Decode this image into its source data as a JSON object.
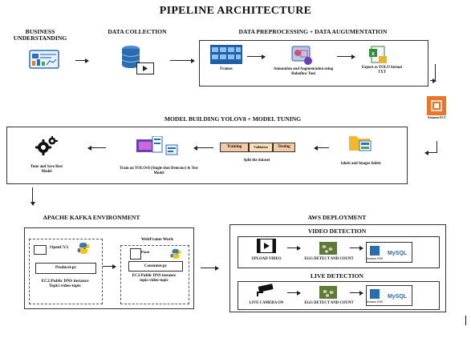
{
  "title": "PIPELINE ARCHITECTURE",
  "stages": {
    "business": "BUSINESS UNDERSTANDING",
    "collection": "DATA COLLECTION",
    "preprocessing": "DATA PREPROCESSING + DATA AUGUMENTATION",
    "model": "MODEL BUILDING  YOLOV8 + MODEL TUNING",
    "kafka": "APACHE KAFKA ENVIRONMENT",
    "aws": "AWS DEPLOYMENT"
  },
  "preprocessing": {
    "frames": "Frames",
    "annotation": "Annotation and Augmentation using Roboflow Tool",
    "export": "Export as YOLO format TXT",
    "ec2": "Amazon EC2"
  },
  "model": {
    "labels_folder": "labels and Images folder",
    "split": "Split the dataset",
    "split_parts": [
      "Training",
      "Validation",
      "Testing"
    ],
    "train": "Train on YOLOv8 (Single shot Detector) & Test  Model",
    "tune": "Tune and Save Best Model"
  },
  "kafka": {
    "producer_label": "OpenCV2",
    "producer_file": "Producer.py",
    "producer_info": "EC2:Public DNS instance Topic:video-topic",
    "webframe": "WebFrame Work",
    "flask_label": "Flask",
    "consumer_file": "Consumer.py",
    "consumer_info": "EC2:Public DNS instance topic:video-topic"
  },
  "aws": {
    "video_title": "VIDEO DETECTION",
    "upload": "UPLOAD VIDEO",
    "egg1": "EGG DETECT AND COUNT",
    "live_title": "LIVE DETECTION",
    "camera": "LIVE CAMERA ON",
    "egg2": "EGG DETECT AND COUNT",
    "rds": "Amazon RDS",
    "mysql": "MySQL"
  },
  "colors": {
    "aws_orange": "#e8772e",
    "db_blue": "#2a6cb0",
    "dashboard_blue": "#2d6fbf",
    "egg_green": "#5c7a3a"
  }
}
